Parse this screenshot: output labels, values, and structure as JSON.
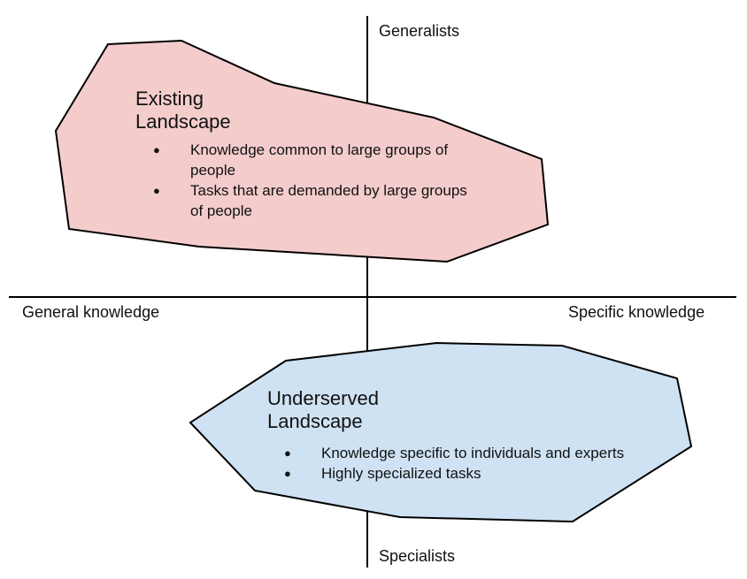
{
  "axes": {
    "top_label": "Generalists",
    "bottom_label": "Specialists",
    "left_label": "General knowledge",
    "right_label": "Specific knowledge"
  },
  "regions": [
    {
      "title_line1": "Existing",
      "title_line2": "Landscape",
      "fill": "#f4cccc",
      "stroke": "#000000",
      "items": [
        "Knowledge common to large groups of people",
        "Tasks that are demanded by large groups of people"
      ]
    },
    {
      "title_line1": "Underserved",
      "title_line2": "Landscape",
      "fill": "#cfe2f3",
      "stroke": "#000000",
      "items": [
        "Knowledge specific to individuals and experts",
        "Highly specialized tasks"
      ]
    }
  ]
}
